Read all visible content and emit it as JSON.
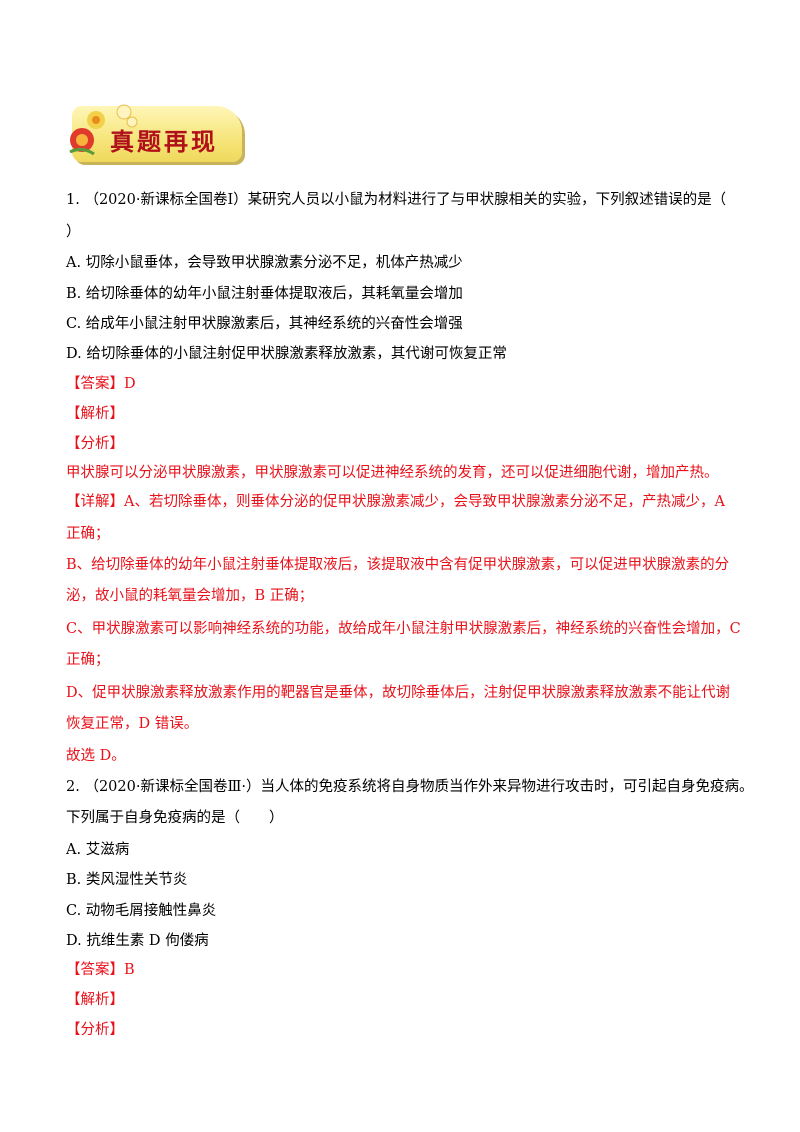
{
  "banner": {
    "title": "真题再现"
  },
  "q1": {
    "stem_line1": "1. （2020·新课标全国卷Ⅰ）某研究人员以小鼠为材料进行了与甲状腺相关的实验，下列叙述错误的是（",
    "stem_line2": "）",
    "options": [
      "A. 切除小鼠垂体，会导致甲状腺激素分泌不足，机体产热减少",
      "B. 给切除垂体的幼年小鼠注射垂体提取液后，其耗氧量会增加",
      "C. 给成年小鼠注射甲状腺激素后，其神经系统的兴奋性会增强",
      "D. 给切除垂体的小鼠注射促甲状腺激素释放激素，其代谢可恢复正常"
    ],
    "answer_label": "【答案】",
    "answer_value": "D",
    "analysis_label": "【解析】",
    "fenxi_label": "【分析】",
    "fenxi_text": "甲状腺可以分泌甲状腺激素，甲状腺激素可以促进神经系统的发育，还可以促进细胞代谢，增加产热。",
    "detail_line1": "【详解】A、若切除垂体，则垂体分泌的促甲状腺激素减少，会导致甲状腺激素分泌不足，产热减少，A",
    "detail_line2": "正确；",
    "detail_line3": "B、给切除垂体的幼年小鼠注射垂体提取液后，该提取液中含有促甲状腺激素，可以促进甲状腺激素的分",
    "detail_line4": "泌，故小鼠的耗氧量会增加，B 正确；",
    "detail_line5": "C、甲状腺激素可以影响神经系统的功能，故给成年小鼠注射甲状腺激素后，神经系统的兴奋性会增加，C",
    "detail_line6": "正确；",
    "detail_line7": "D、促甲状腺激素释放激素作用的靶器官是垂体，故切除垂体后，注射促甲状腺激素释放激素不能让代谢",
    "detail_line8": "恢复正常，D 错误。",
    "conclusion": "故选 D。"
  },
  "q2": {
    "stem_line1": "2. （2020·新课标全国卷Ⅲ·）当人体的免疫系统将自身物质当作外来异物进行攻击时，可引起自身免疫病。",
    "stem_line2": "下列属于自身免疫病的是（　　）",
    "options": [
      "A.  艾滋病",
      "B.  类风湿性关节炎",
      "C.  动物毛屑接触性鼻炎",
      "D.  抗维生素 D 佝偻病"
    ],
    "answer_label": "【答案】",
    "answer_value": "B",
    "analysis_label": "【解析】",
    "fenxi_label": "【分析】"
  },
  "colors": {
    "answer_red": "#e8121b",
    "banner_title": "#b0101a",
    "banner_bg": "#f6e57a"
  }
}
